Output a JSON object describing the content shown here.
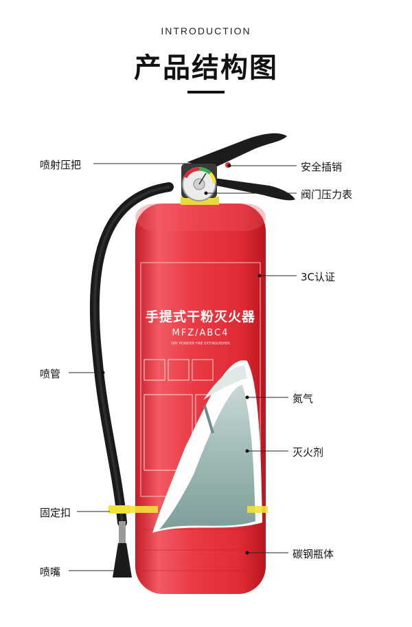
{
  "header": {
    "intro": "INTRODUCTION",
    "title": "产品结构图"
  },
  "extinguisher": {
    "label_main": "手提式干粉灭火器",
    "label_model": "MFZ/ABC4",
    "label_small": "DRY POWDER FIRE EXTINGUISHER"
  },
  "labels": {
    "spray_handle": "喷射压把",
    "safety_pin": "安全插销",
    "pressure_gauge": "阀门压力表",
    "cert_3c": "3C认证",
    "hose": "喷管",
    "nitrogen": "氮气",
    "agent": "灭火剂",
    "clamp": "固定扣",
    "cylinder": "碳钢瓶体",
    "nozzle": "喷嘴"
  },
  "colors": {
    "body_red": "#e8303b",
    "clamp_yellow": "#f3e23a",
    "powder": "#9fb9b6"
  }
}
